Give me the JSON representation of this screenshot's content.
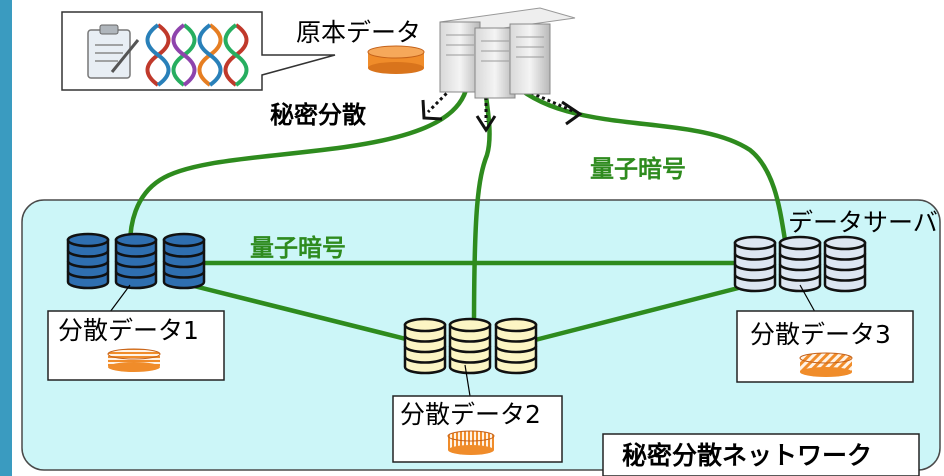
{
  "labels": {
    "original_data": "原本データ",
    "secret_sharing": "秘密分散",
    "quantum_crypto_upper": "量子暗号",
    "quantum_crypto_lower": "量子暗号",
    "data_server": "データサーバ",
    "share_1": "分散データ1",
    "share_2": "分散データ2",
    "share_3": "分散データ3",
    "network_title": "秘密分散ネットワーク"
  },
  "colors": {
    "accent_bar": "#3a9bc0",
    "network_fill": "#ccf6f8",
    "link_green": "#2e8b1e",
    "server_blue": "#2f6fb0",
    "server_yellow": "#fcf5c4",
    "server_light": "#dde6f2",
    "data_orange": "#f08c2a",
    "text_dark": "#000000",
    "label_green": "#2e8b1e"
  },
  "icons": {
    "clipboard": "clipboard-icon",
    "dna": "dna-icon",
    "server": "server-rack-icon",
    "database": "database-cylinder-icon",
    "data_disk": "data-disk-icon"
  }
}
